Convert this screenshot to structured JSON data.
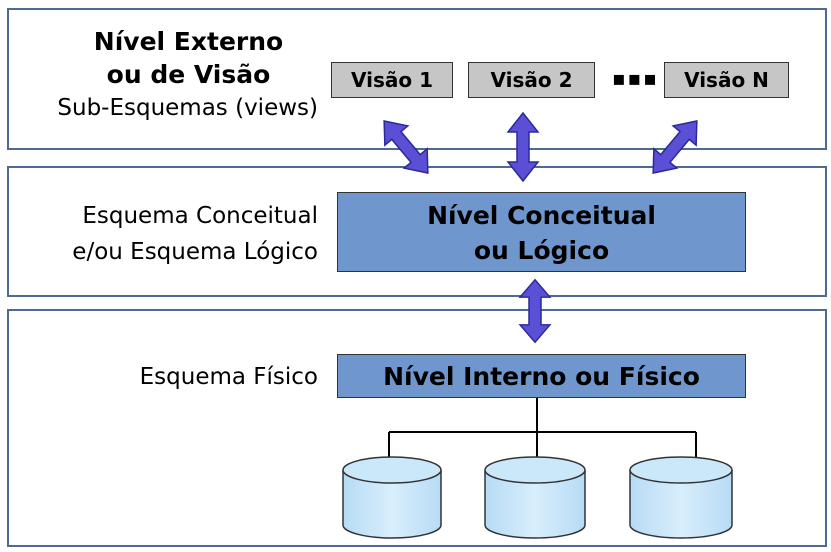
{
  "external": {
    "title_line1": "Nível Externo",
    "title_line2": "ou de Visão",
    "subtitle": "Sub-Esquemas (views)",
    "views": [
      "Visão 1",
      "Visão 2",
      "Visão N"
    ],
    "ellipsis": "▪▪▪"
  },
  "conceptual": {
    "label_line1": "Esquema Conceitual",
    "label_line2": "e/ou Esquema Lógico",
    "box_line1": "Nível Conceitual",
    "box_line2": "ou Lógico"
  },
  "physical": {
    "label": "Esquema Físico",
    "box": "Nível Interno ou Físico"
  },
  "colors": {
    "panel_border": "#4f6a8f",
    "level_box": "#6f97cd",
    "view_box": "#c6c6c6",
    "arrow": "#5b4fd6",
    "database": "#c5e3f8"
  },
  "icons": [
    "double-arrow-icon",
    "database-icon"
  ]
}
